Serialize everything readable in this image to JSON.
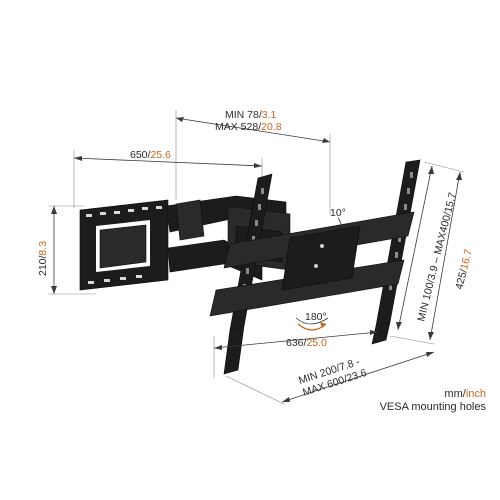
{
  "colors": {
    "accent": "#c8651b",
    "text": "#2b2b2b",
    "metal": "#1c1c1c"
  },
  "dimensions": {
    "min_max_depth": {
      "min_label": "MIN 78/",
      "min_value_inch": "3.1",
      "max_label": "MAX 528/",
      "max_value_inch": "20.8"
    },
    "arm_extension": {
      "mm": "650/",
      "inch": "25.6"
    },
    "wall_plate_height": {
      "mm": "210/",
      "inch": "8.3"
    },
    "tilt": "10°",
    "swivel": "180°",
    "tv_plate_width": {
      "mm": "636/",
      "inch": "25.0"
    },
    "vesa_vertical": "MIN 100/3.9 – MAX400/15.7",
    "tv_plate_height": {
      "mm": "425/",
      "inch": "16.7"
    },
    "vesa_horizontal_min": "MIN 200/7.8 -",
    "vesa_horizontal_max": "MAX 600/23.6"
  },
  "legend": {
    "unit_mm": "mm/",
    "unit_inch": "inch",
    "caption": "VESA mounting holes"
  }
}
